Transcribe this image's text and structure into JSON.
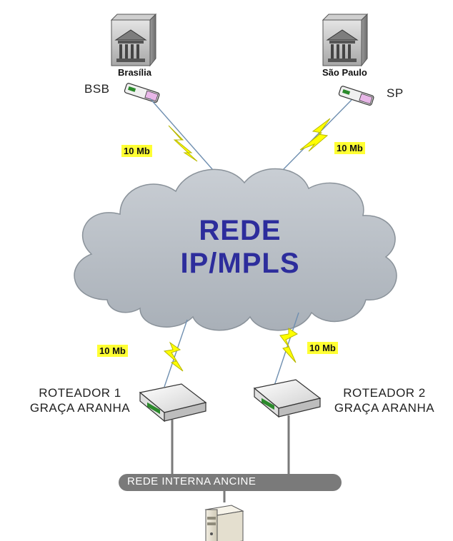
{
  "sites": {
    "left": {
      "name": "Brasília",
      "code": "BSB"
    },
    "right": {
      "name": "São Paulo",
      "code": "SP"
    }
  },
  "links": {
    "bsb_speed": "10 Mb",
    "sp_speed": "10 Mb",
    "r1_speed": "10 Mb",
    "r2_speed": "10 Mb"
  },
  "cloud": {
    "line1": "REDE",
    "line2": "IP/MPLS"
  },
  "routers": {
    "r1": {
      "line1": "ROTEADOR 1",
      "line2": "GRAÇA ARANHA"
    },
    "r2": {
      "line1": "ROTEADOR 2",
      "line2": "GRAÇA ARANHA"
    }
  },
  "lan": {
    "label": "REDE INTERNA ANCINE"
  },
  "colors": {
    "cloud_fill": "#b9bfc6",
    "cloud_text": "#2d2d9c",
    "lightning": "#ffff00",
    "speed_badge": "#ffff33",
    "lan_bar": "#7a7a7a"
  },
  "icons": [
    "building-icon",
    "router-icon",
    "lightning-icon",
    "cloud-icon",
    "server-icon"
  ]
}
